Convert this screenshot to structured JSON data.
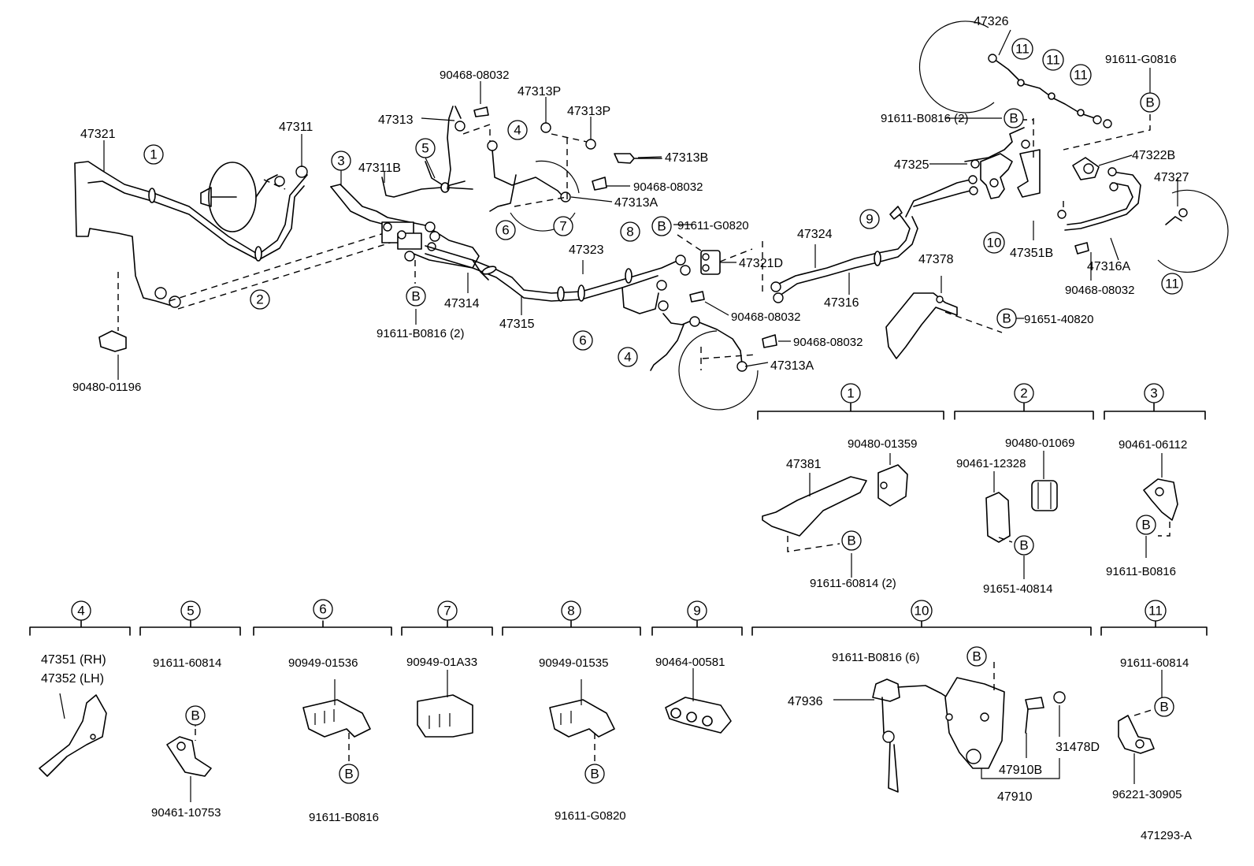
{
  "diagram_id": "471293-A",
  "bolt_marker": "B",
  "callouts": [
    "1",
    "2",
    "3",
    "4",
    "5",
    "6",
    "7",
    "8",
    "9",
    "10",
    "11"
  ],
  "parts": {
    "p47321": "47321",
    "p47311": "47311",
    "p47313": "47313",
    "p90468_08032": "90468-08032",
    "p47313P": "47313P",
    "p47313B": "47313B",
    "p47313A": "47313A",
    "p47311B": "47311B",
    "p91611_G0820": "91611-G0820",
    "p47321D": "47321D",
    "p47324": "47324",
    "p47323": "47323",
    "p47314": "47314",
    "p47315": "47315",
    "p47316": "47316",
    "p91611_B0816_2": "91611-B0816 (2)",
    "p90480_01196": "90480-01196",
    "p47326": "47326",
    "p91611_G0816": "91611-G0816",
    "p47325": "47325",
    "p47322B": "47322B",
    "p47327": "47327",
    "p47351B": "47351B",
    "p47316A": "47316A",
    "p47378": "47378",
    "p91651_40820": "91651-40820",
    "p47381": "47381",
    "p90480_01359": "90480-01359",
    "p91611_60814_2": "91611-60814 (2)",
    "p90480_01069": "90480-01069",
    "p90461_12328": "90461-12328",
    "p91651_40814": "91651-40814",
    "p90461_06112": "90461-06112",
    "p91611_B0816": "91611-B0816",
    "p47351_RH": "47351 (RH)",
    "p47352_LH": "47352 (LH)",
    "p91611_60814": "91611-60814",
    "p90461_10753": "90461-10753",
    "p90949_01536": "90949-01536",
    "p90949_01A33": "90949-01A33",
    "p90949_01535": "90949-01535",
    "p91611_G0820b": "91611-G0820",
    "p90464_00581": "90464-00581",
    "p91611_B0816_6": "91611-B0816 (6)",
    "p47936": "47936",
    "p47910B": "47910B",
    "p31478D": "31478D",
    "p47910": "47910",
    "p96221_30905": "96221-30905"
  }
}
